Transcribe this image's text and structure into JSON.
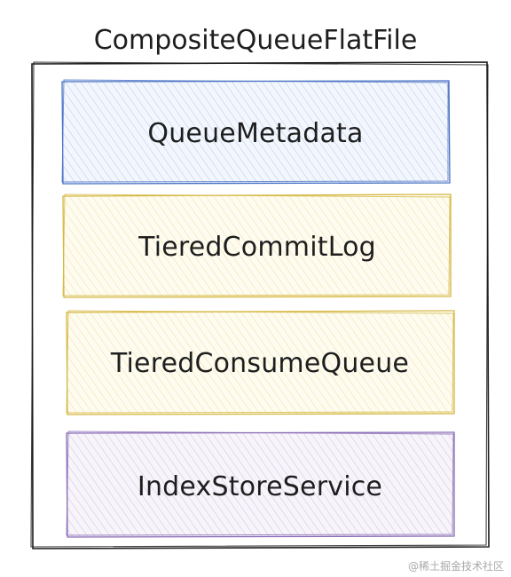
{
  "diagram": {
    "title": "CompositeQueueFlatFile",
    "components": [
      {
        "label": "QueueMetadata",
        "fill": "#dbe6f7",
        "stroke": "#4a72c4"
      },
      {
        "label": "TieredCommitLog",
        "fill": "#fbf3cf",
        "stroke": "#d4b740"
      },
      {
        "label": "TieredConsumeQueue",
        "fill": "#fbf3cf",
        "stroke": "#d4b740"
      },
      {
        "label": "IndexStoreService",
        "fill": "#e6def0",
        "stroke": "#8a6cb5"
      }
    ]
  },
  "watermark": "@稀土掘金技术社区"
}
